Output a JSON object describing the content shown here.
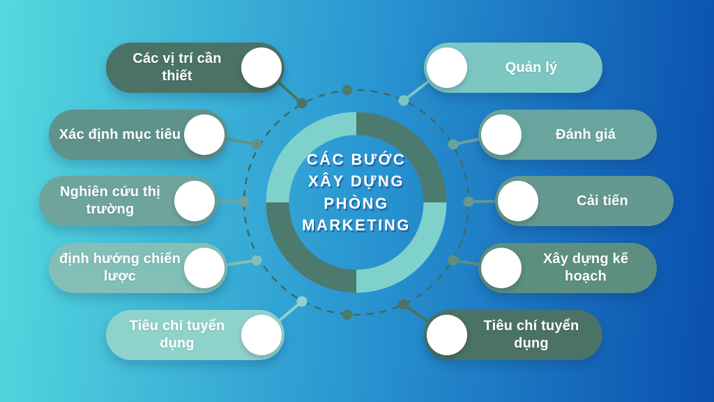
{
  "palette": {
    "bg_left": "#55d9de",
    "bg_mid": "#2a97d2",
    "bg_right": "#0a4fae",
    "ring_light": "#7fd1cc",
    "ring_dark": "#4d7a6e",
    "dashed": "#41695f",
    "pill_text": "#ffffff"
  },
  "center": {
    "title": "CÁC BƯỚC\nXÂY DỰNG\nPHÒNG\nMARKETING"
  },
  "left_items": [
    {
      "label": "Các vị trí cần thiết",
      "color": "#4b7267"
    },
    {
      "label": "Xác định mục tiêu",
      "color": "#5f928b"
    },
    {
      "label": "Nghiên cứu thị\ntrường",
      "color": "#6fa49d"
    },
    {
      "label": "định hướng chiến\nlược",
      "color": "#82bfb7"
    },
    {
      "label": "Tiêu chí tuyển\ndụng",
      "color": "#8fd2cb"
    }
  ],
  "right_items": [
    {
      "label": "Quản lý",
      "color": "#7cc7c2"
    },
    {
      "label": "Đánh giá",
      "color": "#68a59f"
    },
    {
      "label": "Cải tiến",
      "color": "#649890"
    },
    {
      "label": "Xây dựng kế\nhoạch",
      "color": "#5c8f80"
    },
    {
      "label": "Tiêu chí tuyển\ndụng",
      "color": "#4b7267"
    }
  ]
}
